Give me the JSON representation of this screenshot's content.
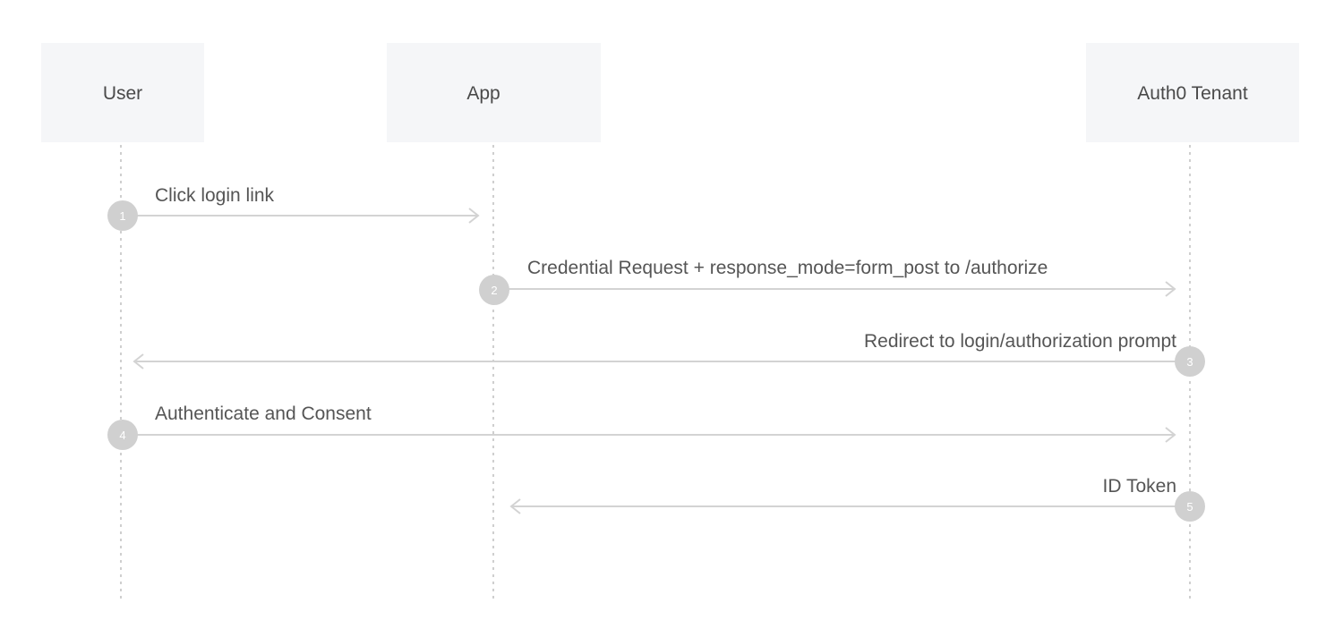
{
  "actors": [
    {
      "id": "user",
      "label": "User"
    },
    {
      "id": "app",
      "label": "App"
    },
    {
      "id": "tenant",
      "label": "Auth0 Tenant"
    }
  ],
  "messages": [
    {
      "step": "1",
      "from": "user",
      "to": "app",
      "label": "Click login link"
    },
    {
      "step": "2",
      "from": "app",
      "to": "tenant",
      "label": "Credential Request + response_mode=form_post to /authorize"
    },
    {
      "step": "3",
      "from": "tenant",
      "to": "user",
      "label": "Redirect to login/authorization prompt"
    },
    {
      "step": "4",
      "from": "user",
      "to": "tenant",
      "label": "Authenticate and Consent"
    },
    {
      "step": "5",
      "from": "tenant",
      "to": "app",
      "label": "ID Token"
    }
  ],
  "colors": {
    "actor_box": "#f5f6f8",
    "line": "#d3d3d3",
    "step_circle": "#d0d0d0",
    "text": "#555555"
  }
}
